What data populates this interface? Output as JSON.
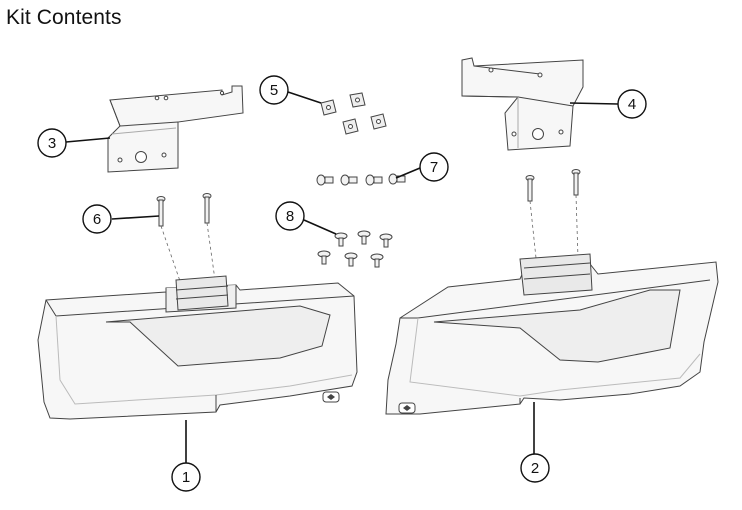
{
  "page": {
    "title": "Kit Contents"
  },
  "callouts": {
    "c1": "1",
    "c2": "2",
    "c3": "3",
    "c4": "4",
    "c5": "5",
    "c6": "6",
    "c7": "7",
    "c8": "8"
  },
  "colors": {
    "part_fill": "#f7f7f7",
    "part_stroke": "#444444",
    "shade": "#e6e6e6",
    "leader": "#111111"
  }
}
